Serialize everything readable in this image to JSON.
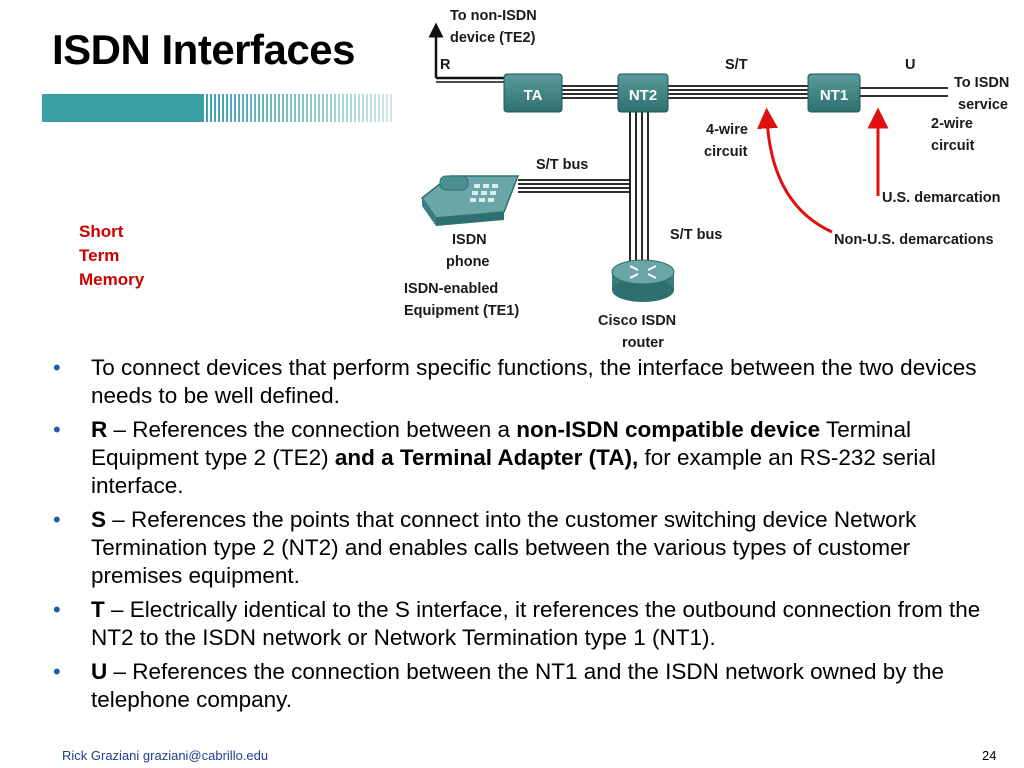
{
  "title": "ISDN Interfaces",
  "side_note": [
    "Short",
    "Term",
    "Memory"
  ],
  "colors": {
    "accent_red": "#cc0000",
    "device_teal": "#2e6f70",
    "bullet_blue": "#1f5fa8",
    "deco_teal": "#3aa0a6"
  },
  "diagram": {
    "top_label_1": "To non-ISDN",
    "top_label_2": "device (TE2)",
    "ref_r": "R",
    "ref_st": "S/T",
    "ref_u": "U",
    "box_ta": "TA",
    "box_nt2": "NT2",
    "box_nt1": "NT1",
    "to_isdn_1": "To ISDN",
    "to_isdn_2": "service",
    "four_wire_1": "4-wire",
    "four_wire_2": "circuit",
    "two_wire_1": "2-wire",
    "two_wire_2": "circuit",
    "st_bus_top": "S/T bus",
    "st_bus_bottom": "S/T bus",
    "us_demarc": "U.S. demarcation",
    "non_us_demarc": "Non-U.S. demarcations",
    "phone_1": "ISDN",
    "phone_2": "phone",
    "equip_1": "ISDN-enabled",
    "equip_2": "Equipment (TE1)",
    "router_1": "Cisco ISDN",
    "router_2": "router",
    "icons": [
      "isdn-phone-icon",
      "cisco-router-icon",
      "up-arrow-icon"
    ]
  },
  "bullets": [
    {
      "text": "To connect devices that perform specific functions, the interface between the two devices needs to be well defined."
    },
    {
      "bold1": "R",
      "t1": " – References the connection between a ",
      "bold2": "non-ISDN compatible device",
      "t2": " Terminal Equipment type 2 (TE2) ",
      "bold3": "and a Terminal Adapter (TA),",
      "t3": " for example an RS-232 serial interface."
    },
    {
      "bold1": "S",
      "t1": " – References the points that connect into the customer switching device Network Termination type 2 (NT2) and enables calls between the various types of customer premises equipment."
    },
    {
      "bold1": "T",
      "t1": " – Electrically identical to the S interface, it references the outbound connection from the NT2 to the ISDN network or Network Termination type 1 (NT1)."
    },
    {
      "bold1": "U",
      "t1": " – References the connection between the NT1 and the ISDN network owned by the telephone company."
    }
  ],
  "footer": {
    "author": "Rick Graziani  graziani@cabrillo.edu",
    "page": "24"
  }
}
